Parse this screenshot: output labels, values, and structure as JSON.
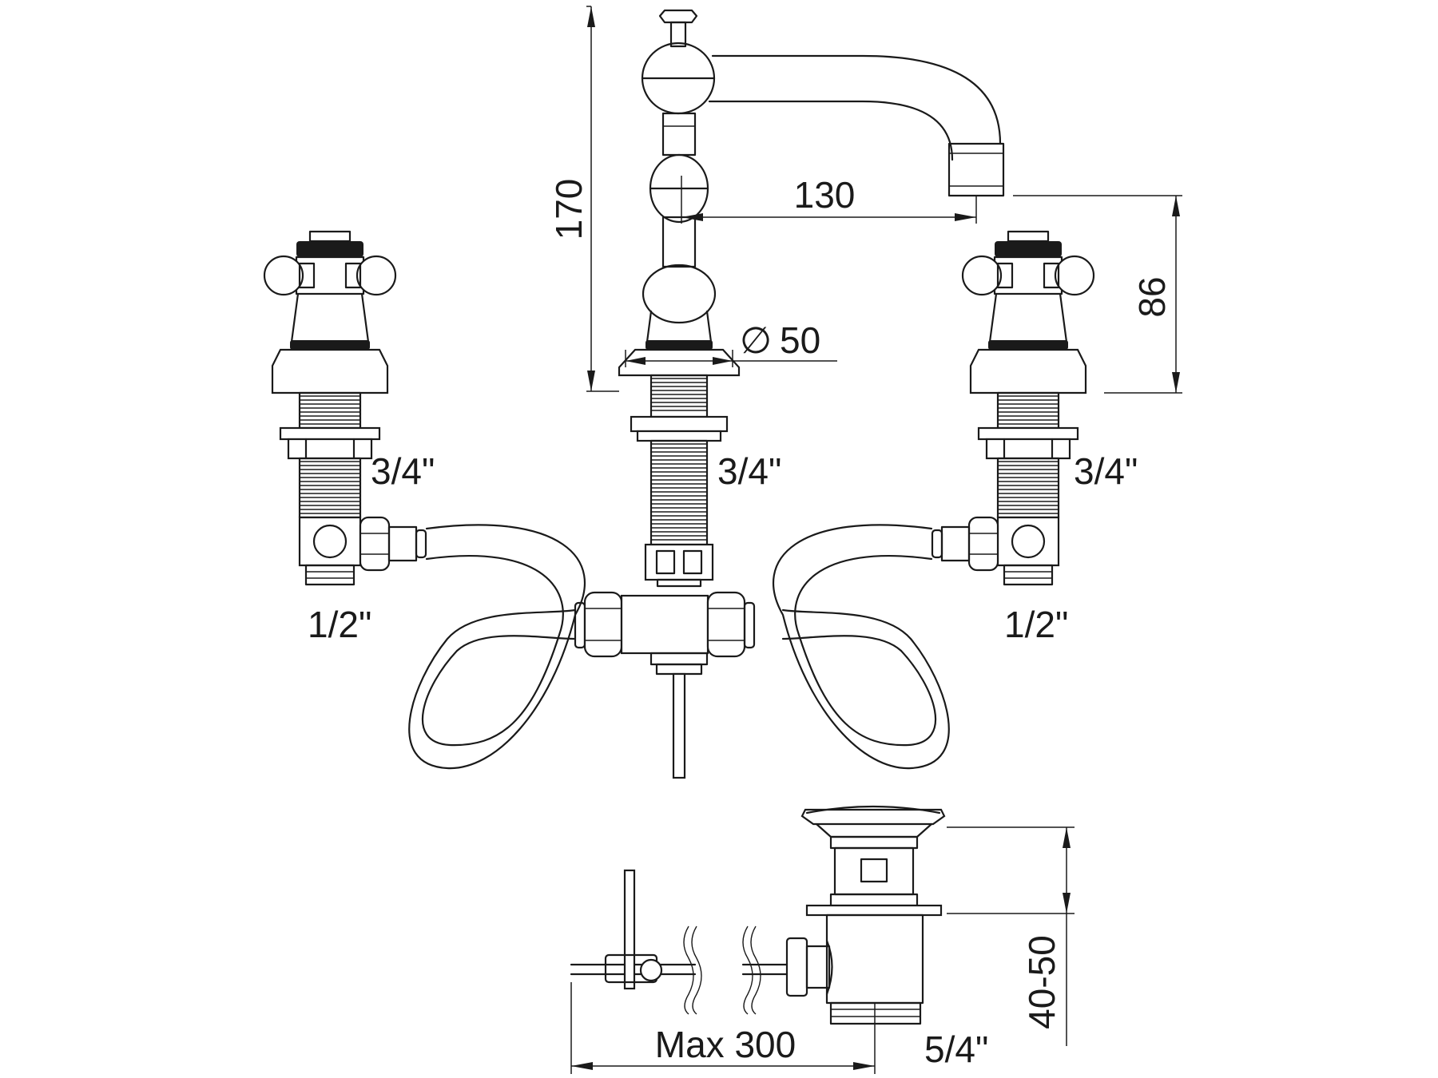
{
  "dimensions": {
    "overall_height": "170",
    "spout_reach": "130",
    "spout_clearance": "86",
    "base_diameter": "50",
    "max_length": "Max 300",
    "waste_height": "40-50"
  },
  "thread_sizes": {
    "left_valve_mount": "3/4\"",
    "center_spout_mount": "3/4\"",
    "right_valve_mount": "3/4\"",
    "left_inlet": "1/2\"",
    "right_inlet": "1/2\"",
    "waste_outlet": "5/4\""
  },
  "symbols": {
    "diameter": "∅"
  }
}
